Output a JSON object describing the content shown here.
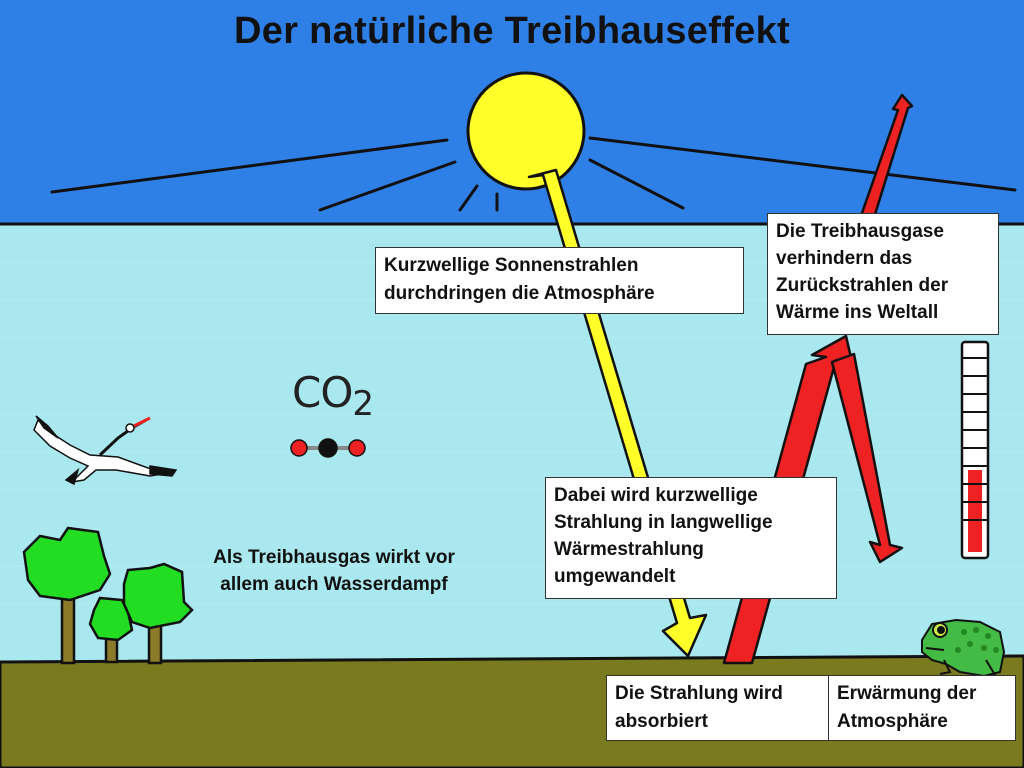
{
  "title": "Der natürliche Treibhauseffekt",
  "labels": {
    "sun_rays": [
      "Kurzwellige Sonnenstrahlen",
      "durchdringen die Atmosphäre"
    ],
    "greenhouse_gases": [
      "Die Treibhausgase",
      "verhindern das",
      "Zurückstrahlen der",
      "Wärme ins Weltall"
    ],
    "conversion": [
      "Dabei wird kurzwellige",
      "Strahlung in langwellige",
      "Wärmestrahlung",
      "umgewandelt"
    ],
    "water_vapor": [
      "Als Treibhausgas wirkt vor",
      "allem auch Wasserdampf"
    ],
    "absorbed": [
      "Die Strahlung wird",
      "absorbiert"
    ],
    "warming": [
      "Erwärmung der",
      "Atmosphäre"
    ]
  },
  "co2": {
    "base": "CO",
    "sub": "2"
  },
  "colors": {
    "space": "#2f80e6",
    "atmosphere": "#a8e8ee",
    "ground": "#7a7a1e",
    "sun": "#ffff2a",
    "heat_arrow": "#ee2222",
    "tree": "#22dd22",
    "frog": "#44bb44"
  },
  "icons": [
    "sun-icon",
    "stork-icon",
    "tree-icon",
    "frog-icon",
    "thermometer-icon",
    "co2-molecule-icon"
  ]
}
